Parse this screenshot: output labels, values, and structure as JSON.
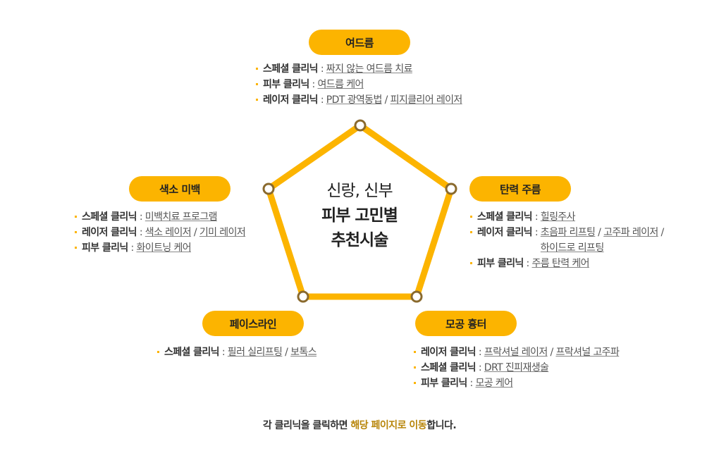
{
  "center": {
    "line1": "신랑, 신부",
    "line2": "피부 고민별",
    "line3": "추천시술"
  },
  "sections": {
    "acne": {
      "title": "여드름",
      "items": [
        {
          "category": "스페셜 클리닉",
          "links": [
            "짜지 않는 여드름 치료"
          ]
        },
        {
          "category": "피부 클리닉",
          "links": [
            "여드름 케어"
          ]
        },
        {
          "category": "레이저 클리닉",
          "links": [
            "PDT 광역동법",
            "피지클리어 레이저"
          ]
        }
      ]
    },
    "whitening": {
      "title": "색소 미백",
      "items": [
        {
          "category": "스페셜 클리닉",
          "links": [
            "미백치료 프로그램"
          ]
        },
        {
          "category": "레이저 클리닉",
          "links": [
            "색소 레이저",
            "기미 레이저"
          ]
        },
        {
          "category": "피부 클리닉",
          "links": [
            "화이트닝 케어"
          ]
        }
      ]
    },
    "elasticity": {
      "title": "탄력 주름",
      "items": [
        {
          "category": "스페셜 클리닉",
          "links": [
            "힐링주사"
          ]
        },
        {
          "category": "레이저 클리닉",
          "links": [
            "초음파 리프팅",
            "고주파 레이저",
            "하이드로 리프팅"
          ]
        },
        {
          "category": "피부 클리닉",
          "links": [
            "주름 탄력 케어"
          ]
        }
      ]
    },
    "faceline": {
      "title": "페이스라인",
      "items": [
        {
          "category": "스페셜 클리닉",
          "links": [
            "필러 실리프팅",
            "보톡스"
          ]
        }
      ]
    },
    "pores": {
      "title": "모공 흉터",
      "items": [
        {
          "category": "레이저 클리닉",
          "links": [
            "프락셔널 레이저",
            "프락셔널 고주파"
          ]
        },
        {
          "category": "스페셜 클리닉",
          "links": [
            "DRT 진피재생술"
          ]
        },
        {
          "category": "피부 클리닉",
          "links": [
            "모공 케어"
          ]
        }
      ]
    }
  },
  "footer": {
    "before": "각 클리닉을 클릭하면 ",
    "highlight": "해당 페이지로 이동",
    "after": "합니다."
  },
  "colors": {
    "accent": "#fcb400",
    "node_stroke": "#8a6a2e",
    "highlight_text": "#b8860b"
  }
}
